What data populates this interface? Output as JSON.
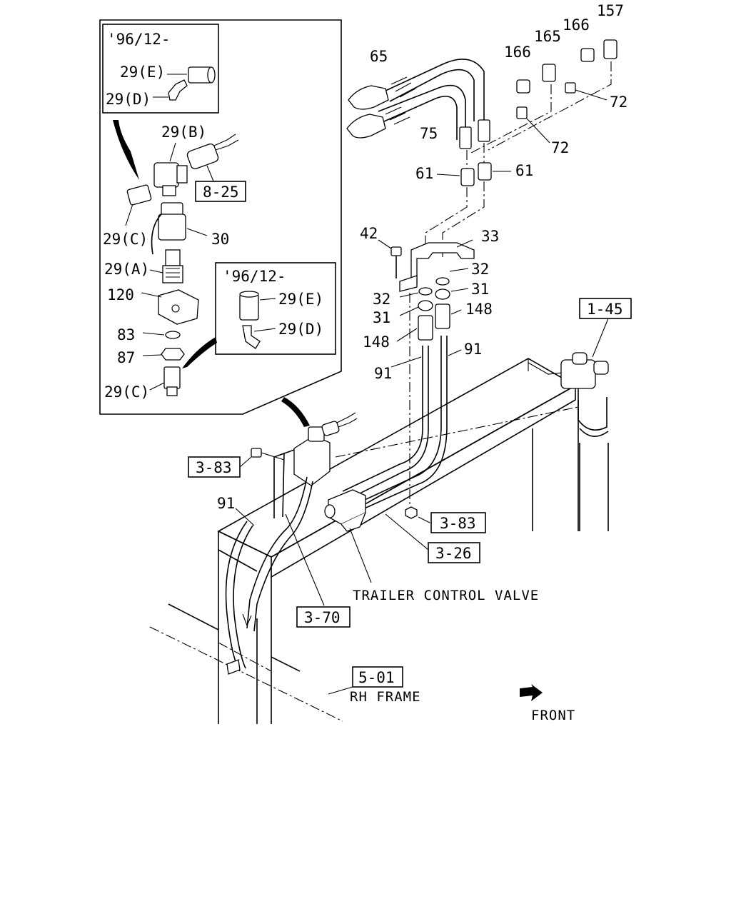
{
  "inset_date_top": "'96/12-",
  "inset_date_mid": "'96/12-",
  "inset_labels": {
    "p29e_top": "29(E)",
    "p29d_top": "29(D)",
    "p29b": "29(B)",
    "p29c_top": "29(C)",
    "p30": "30",
    "p29a": "29(A)",
    "p120": "120",
    "p83": "83",
    "p87": "87",
    "p29c_bottom": "29(C)",
    "p29e_mid": "29(E)",
    "p29d_mid": "29(D)"
  },
  "ref_boxes": {
    "r8_25": "8-25",
    "r1_45": "1-45",
    "r3_83_left": "3-83",
    "r3_83_right": "3-83",
    "r3_26": "3-26",
    "r3_70": "3-70",
    "r5_01": "5-01"
  },
  "labels": {
    "p65": "65",
    "p75": "75",
    "p166a": "166",
    "p165": "165",
    "p166b": "166",
    "p157": "157",
    "p72a": "72",
    "p72b": "72",
    "p61a": "61",
    "p61b": "61",
    "p42": "42",
    "p33": "33",
    "p32a": "32",
    "p32b": "32",
    "p31a": "31",
    "p31b": "31",
    "p148a": "148",
    "p148b": "148",
    "p91a": "91",
    "p91b": "91",
    "p91c": "91"
  },
  "captions": {
    "trailer_control_valve": "TRAILER CONTROL VALVE",
    "rh_frame": "RH FRAME",
    "front": "FRONT"
  }
}
